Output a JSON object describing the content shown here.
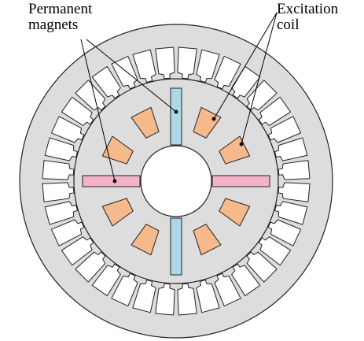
{
  "labels": {
    "permanent_magnets": [
      "Permanent",
      "magnets"
    ],
    "excitation_coil": [
      "Excitation",
      "coil"
    ]
  },
  "colors": {
    "stator": "#dddddd",
    "rotor": "#dddddd",
    "slot": "#ffffff",
    "outline": "#222222",
    "magnet_vertical": "#aed8e6",
    "magnet_horizontal": "#f3b3c6",
    "coil": "#f6b98b",
    "leader": "#000000",
    "background": "#ffffff"
  },
  "machine": {
    "stator_slots": 36,
    "rotor_coils": 8,
    "magnets": [
      {
        "name": "top",
        "orientation": "vertical",
        "color_key": "magnet_vertical"
      },
      {
        "name": "bottom",
        "orientation": "vertical",
        "color_key": "magnet_vertical"
      },
      {
        "name": "left",
        "orientation": "horizontal",
        "color_key": "magnet_horizontal"
      },
      {
        "name": "right",
        "orientation": "horizontal",
        "color_key": "magnet_horizontal"
      }
    ]
  }
}
